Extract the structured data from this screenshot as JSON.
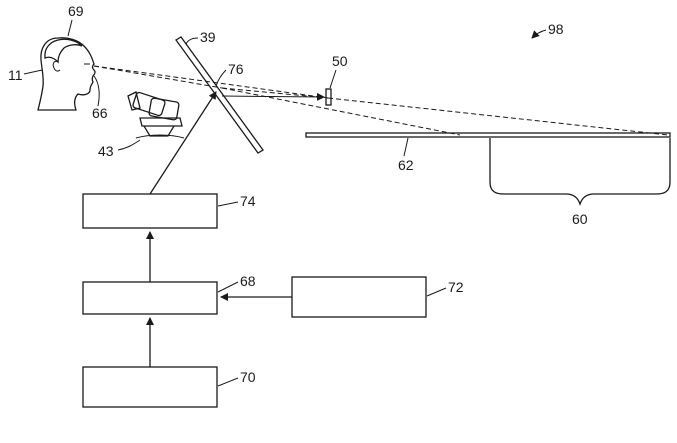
{
  "figure_ref": "98",
  "labels": {
    "head": "69",
    "head_side": "11",
    "eye": "66",
    "camera": "43",
    "mirror": "39",
    "mirror_point": "76",
    "object": "50",
    "surface": "62",
    "region": "60",
    "box_top": "74",
    "box_middle": "68",
    "box_right": "72",
    "box_bottom": "70"
  },
  "colors": {
    "line": "#1a1a1a",
    "background": "#ffffff"
  }
}
